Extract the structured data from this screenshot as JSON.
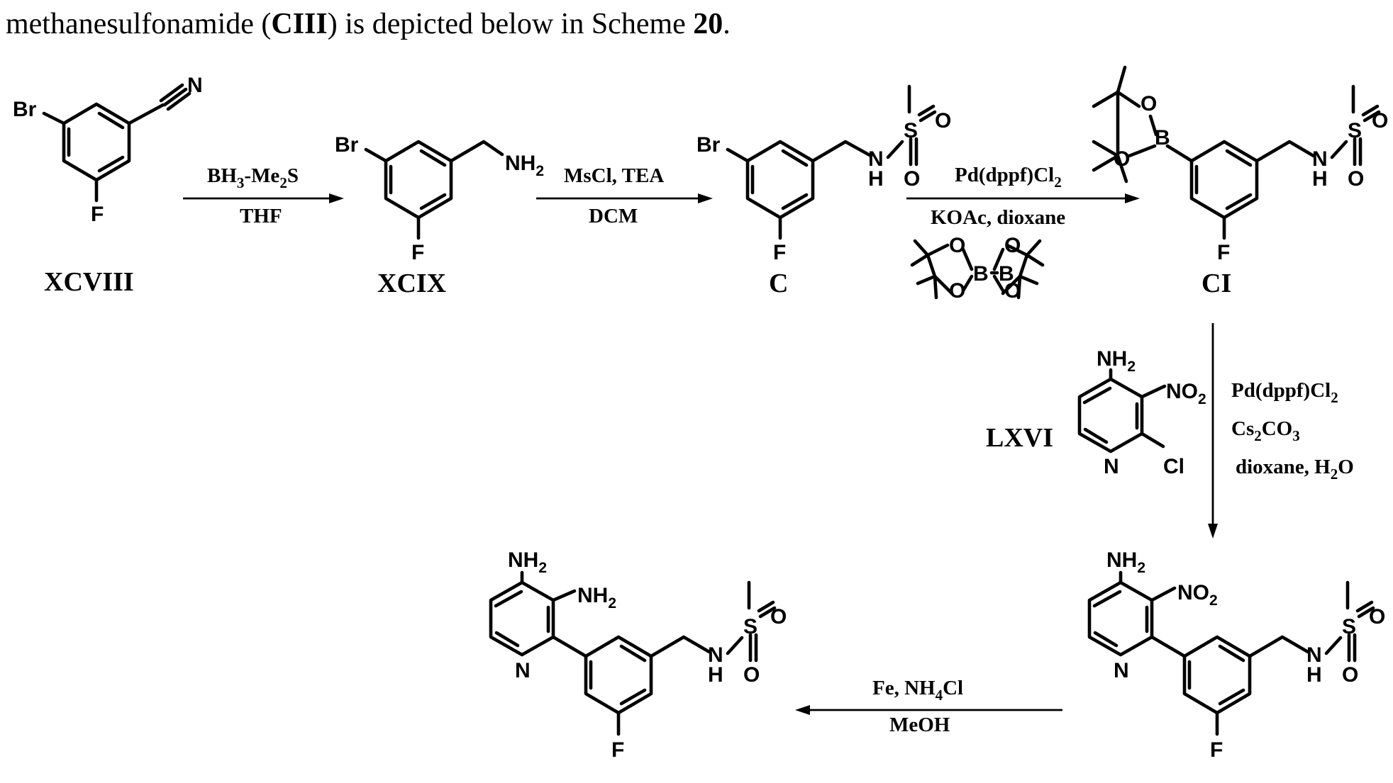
{
  "caption": {
    "prefix": "methanesulfonamide (",
    "compound": "CIII",
    "middle": ") is depicted below in Scheme ",
    "scheme": "20",
    "suffix": "."
  },
  "labels": {
    "xcviii": "XCVIII",
    "xcix": "XCIX",
    "c": "C",
    "ci": "CI",
    "lxvi": "LXVI"
  },
  "atoms": {
    "br": "Br",
    "f": "F",
    "n": "N",
    "nh": "N",
    "h": "H",
    "s": "S",
    "o": "O",
    "b": "B",
    "cl": "Cl",
    "nh2": "NH",
    "no2_n": "NO",
    "sub2": "2"
  },
  "reagents": {
    "step1_top_a": "BH",
    "step1_top_sub": "3",
    "step1_top_b": "-Me",
    "step1_top_sub2": "2",
    "step1_top_c": "S",
    "step1_bottom": "THF",
    "step2_top": "MsCl, TEA",
    "step2_bottom": "DCM",
    "step3_top_a": "Pd(dppf)Cl",
    "step3_top_sub": "2",
    "step3_bottom": "KOAc, dioxane",
    "step4_a": "Pd(dppf)Cl",
    "step4_a_sub": "2",
    "step4_b1": "Cs",
    "step4_b_sub1": "2",
    "step4_b2": "CO",
    "step4_b_sub2": "3",
    "step4_c": "dioxane, H",
    "step4_c_sub": "2",
    "step4_c_end": "O",
    "step5_top_a": "Fe, NH",
    "step5_top_sub": "4",
    "step5_top_b": "Cl",
    "step5_bottom": "MeOH"
  }
}
